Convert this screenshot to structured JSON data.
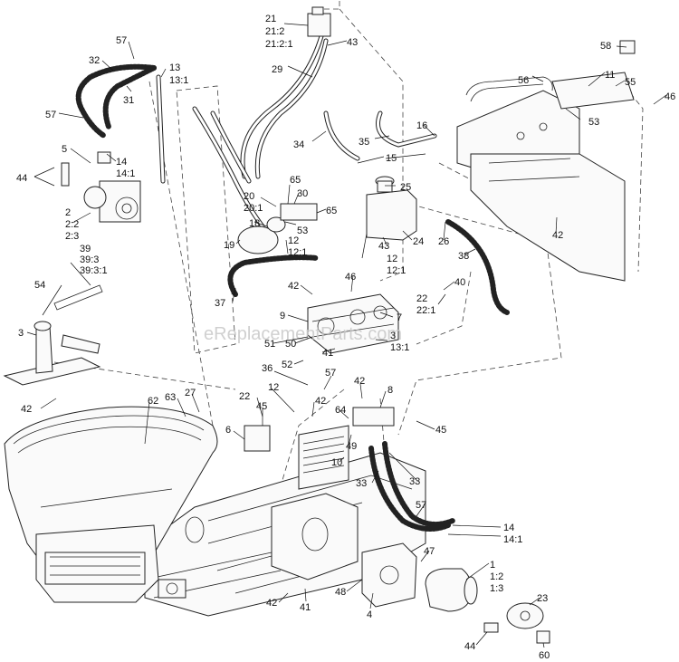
{
  "watermark": "eReplacementParts.com",
  "callouts": [
    {
      "text": "21"
    },
    {
      "text": "21:2"
    },
    {
      "text": "21:2:1"
    },
    {
      "text": "43"
    },
    {
      "text": "58"
    },
    {
      "text": "57"
    },
    {
      "text": "32"
    },
    {
      "text": "13"
    },
    {
      "text": "13:1"
    },
    {
      "text": "31"
    },
    {
      "text": "29"
    },
    {
      "text": "11"
    },
    {
      "text": "56"
    },
    {
      "text": "55"
    },
    {
      "text": "46"
    },
    {
      "text": "53"
    },
    {
      "text": "57"
    },
    {
      "text": "5"
    },
    {
      "text": "14"
    },
    {
      "text": "14:1"
    },
    {
      "text": "34"
    },
    {
      "text": "35"
    },
    {
      "text": "16"
    },
    {
      "text": "44"
    },
    {
      "text": "15"
    },
    {
      "text": "65"
    },
    {
      "text": "25"
    },
    {
      "text": "20"
    },
    {
      "text": "20:1"
    },
    {
      "text": "30"
    },
    {
      "text": "2"
    },
    {
      "text": "2:2"
    },
    {
      "text": "2:3"
    },
    {
      "text": "65"
    },
    {
      "text": "53"
    },
    {
      "text": "18"
    },
    {
      "text": "19"
    },
    {
      "text": "12"
    },
    {
      "text": "12:1"
    },
    {
      "text": "24"
    },
    {
      "text": "26"
    },
    {
      "text": "43"
    },
    {
      "text": "42"
    },
    {
      "text": "38"
    },
    {
      "text": "39"
    },
    {
      "text": "39:3"
    },
    {
      "text": "39:3:1"
    },
    {
      "text": "12"
    },
    {
      "text": "12:1"
    },
    {
      "text": "54"
    },
    {
      "text": "37"
    },
    {
      "text": "46"
    },
    {
      "text": "40"
    },
    {
      "text": "42"
    },
    {
      "text": "22"
    },
    {
      "text": "22:1"
    },
    {
      "text": "9"
    },
    {
      "text": "7"
    },
    {
      "text": "3"
    },
    {
      "text": "51"
    },
    {
      "text": "50"
    },
    {
      "text": "3"
    },
    {
      "text": "13:1"
    },
    {
      "text": "41"
    },
    {
      "text": "52"
    },
    {
      "text": "36"
    },
    {
      "text": "57"
    },
    {
      "text": "42"
    },
    {
      "text": "8"
    },
    {
      "text": "42"
    },
    {
      "text": "62"
    },
    {
      "text": "63"
    },
    {
      "text": "27"
    },
    {
      "text": "12"
    },
    {
      "text": "42"
    },
    {
      "text": "22"
    },
    {
      "text": "45"
    },
    {
      "text": "64"
    },
    {
      "text": "45"
    },
    {
      "text": "6"
    },
    {
      "text": "49"
    },
    {
      "text": "10"
    },
    {
      "text": "33"
    },
    {
      "text": "33"
    },
    {
      "text": "57"
    },
    {
      "text": "14"
    },
    {
      "text": "14:1"
    },
    {
      "text": "47"
    },
    {
      "text": "1"
    },
    {
      "text": "1:2"
    },
    {
      "text": "1:3"
    },
    {
      "text": "48"
    },
    {
      "text": "23"
    },
    {
      "text": "4"
    },
    {
      "text": "42"
    },
    {
      "text": "41"
    },
    {
      "text": "44"
    },
    {
      "text": "60"
    }
  ]
}
